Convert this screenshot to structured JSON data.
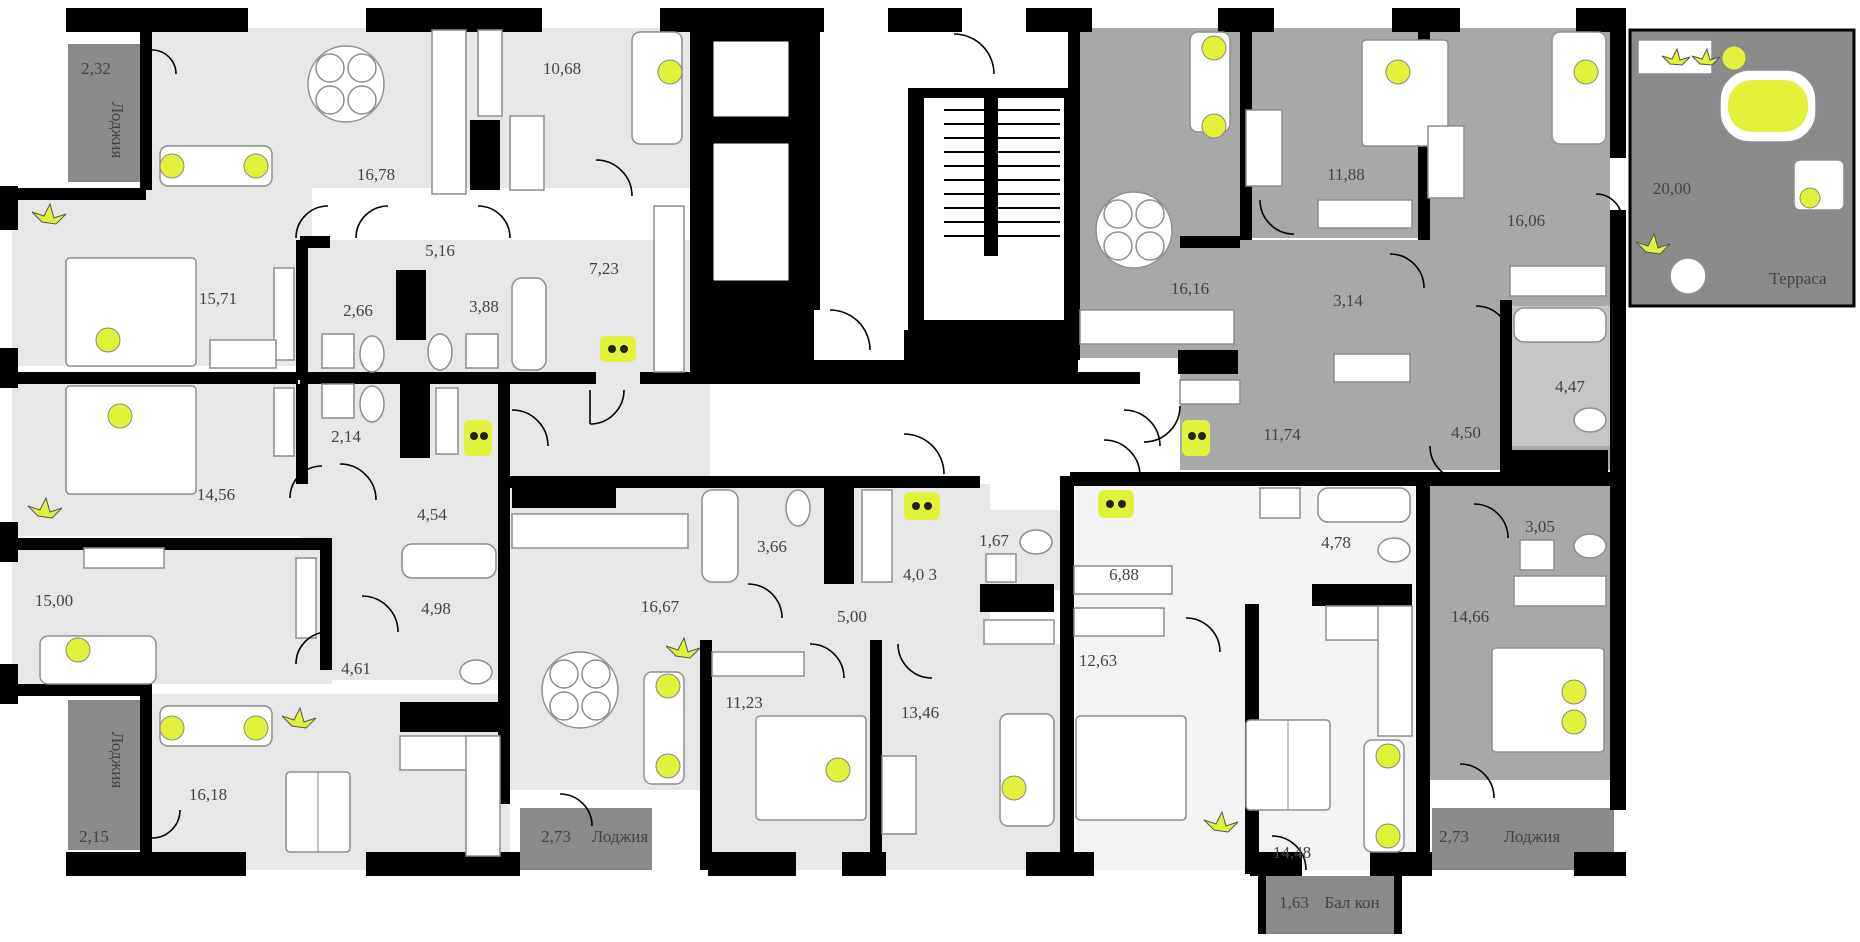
{
  "colors": {
    "wall": "#000000",
    "floor_light": "#e7e7e7",
    "floor_mid": "#c6c6c6",
    "floor_dark": "#a8a8a8",
    "loggia": "#8a8a8a",
    "accent": "#e2f23a"
  },
  "rooms": [
    {
      "id": "r01",
      "area": "2,32"
    },
    {
      "id": "r02",
      "area": "16,78"
    },
    {
      "id": "r03",
      "area": "10,68"
    },
    {
      "id": "r04",
      "area": "15,71"
    },
    {
      "id": "r05",
      "area": "5,16"
    },
    {
      "id": "r06",
      "area": "2,66"
    },
    {
      "id": "r07",
      "area": "3,88"
    },
    {
      "id": "r08",
      "area": "7,23"
    },
    {
      "id": "r09",
      "area": "2,14"
    },
    {
      "id": "r10",
      "area": "14,56"
    },
    {
      "id": "r11",
      "area": "4,54"
    },
    {
      "id": "r12",
      "area": "15,00"
    },
    {
      "id": "r13",
      "area": "4,98"
    },
    {
      "id": "r14",
      "area": "4,61"
    },
    {
      "id": "r15",
      "area": "16,18"
    },
    {
      "id": "r16",
      "area": "2,15"
    },
    {
      "id": "r17",
      "area": "16,67"
    },
    {
      "id": "r18",
      "area": "3,66"
    },
    {
      "id": "r19",
      "area": "4,0 3"
    },
    {
      "id": "r20",
      "area": "1,67"
    },
    {
      "id": "r21",
      "area": "5,00"
    },
    {
      "id": "r22",
      "area": "11,23"
    },
    {
      "id": "r23",
      "area": "13,46"
    },
    {
      "id": "r24",
      "area": "2,73"
    },
    {
      "id": "r25",
      "area": "16,16"
    },
    {
      "id": "r26",
      "area": "11,88"
    },
    {
      "id": "r27",
      "area": "16,06"
    },
    {
      "id": "r28",
      "area": "20,00"
    },
    {
      "id": "r29",
      "area": "3,14"
    },
    {
      "id": "r30",
      "area": "11,74"
    },
    {
      "id": "r31",
      "area": "4,47"
    },
    {
      "id": "r32",
      "area": "4,50"
    },
    {
      "id": "r33",
      "area": "6,88"
    },
    {
      "id": "r34",
      "area": "4,78"
    },
    {
      "id": "r35",
      "area": "3,05"
    },
    {
      "id": "r36",
      "area": "12,63"
    },
    {
      "id": "r37",
      "area": "14,66"
    },
    {
      "id": "r38",
      "area": "14,48"
    },
    {
      "id": "r39",
      "area": "1,63"
    },
    {
      "id": "r40",
      "area": "2,73"
    }
  ],
  "words": {
    "loggia": "Лоджия",
    "terrace": "Терраса",
    "balcony": "Бал кон"
  },
  "icons": {
    "plant": "plant-icon",
    "footprints": "footprints-icon",
    "fan": "ventilation-fan-icon"
  }
}
